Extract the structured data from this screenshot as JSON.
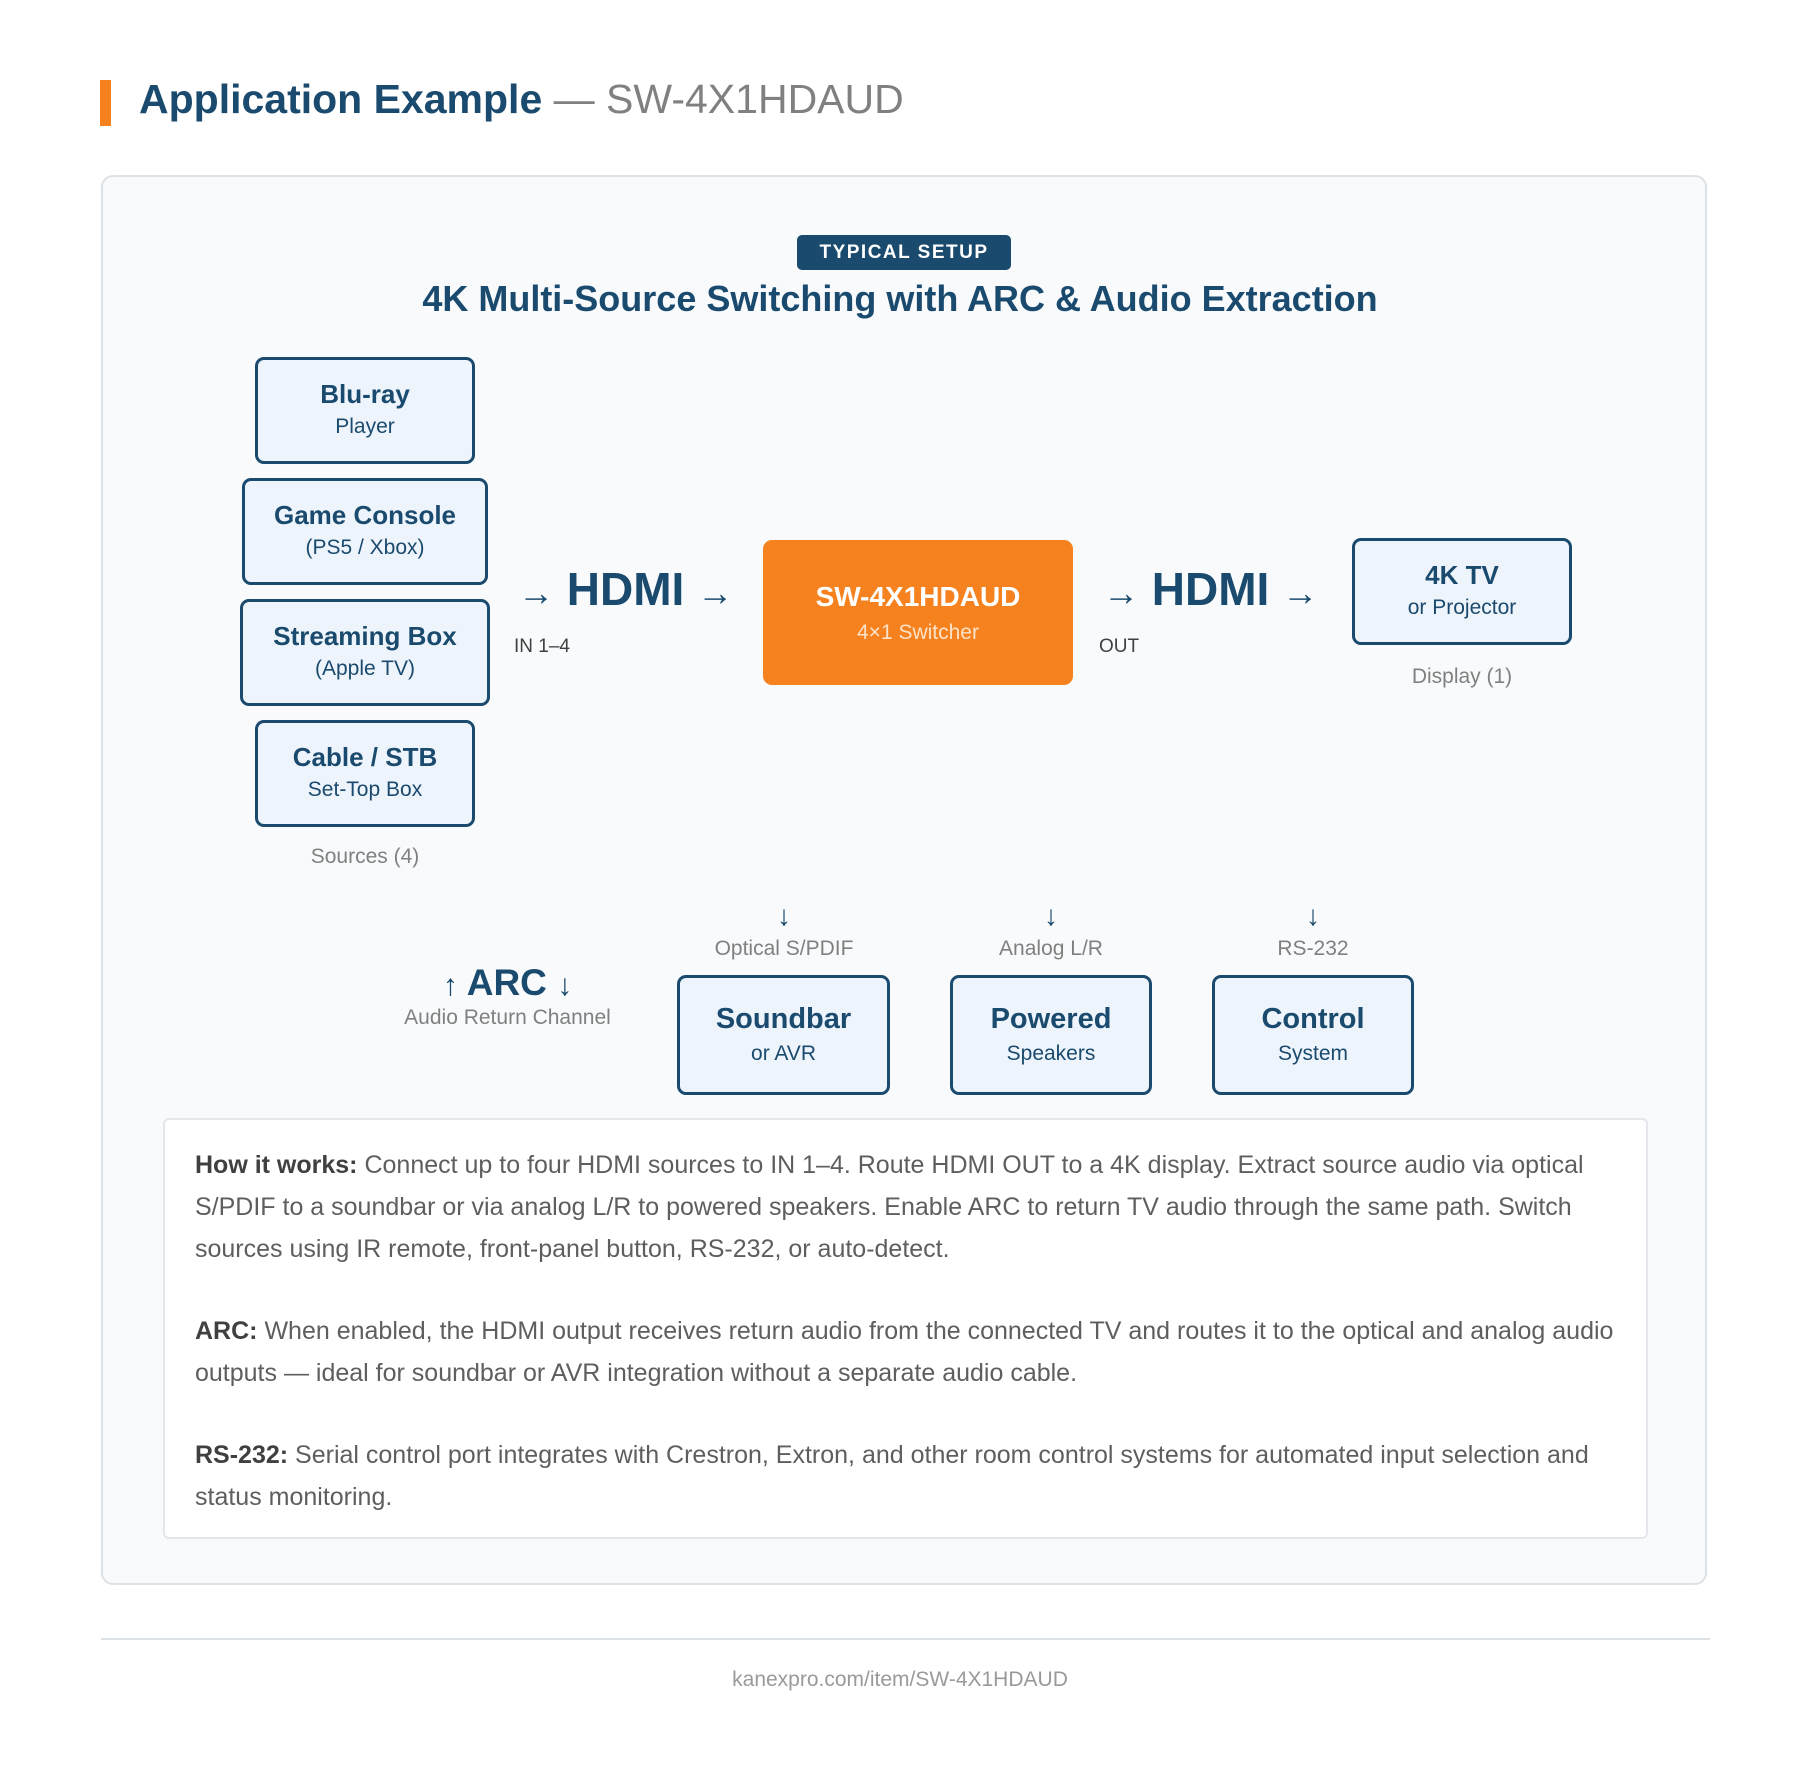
{
  "header": {
    "title_main": "Application Example",
    "title_sub": " — SW-4X1HDAUD"
  },
  "diagram": {
    "badge": "TYPICAL SETUP",
    "title": "4K Multi-Source Switching with ARC & Audio Extraction",
    "sources": [
      {
        "line1": "Blu-ray",
        "line2": "Player"
      },
      {
        "line1": "Game Console",
        "line2": "(PS5 / Xbox)"
      },
      {
        "line1": "Streaming Box",
        "line2": "(Apple TV)"
      },
      {
        "line1": "Cable / STB",
        "line2": "Set-Top Box"
      }
    ],
    "sources_caption": "Sources (4)",
    "input_link": {
      "arrow_left": "→",
      "label": "HDMI",
      "arrow_right": "→",
      "port": "IN 1–4"
    },
    "switcher": {
      "line1": "SW-4X1HDAUD",
      "line2": "4×1 Switcher"
    },
    "output_link": {
      "arrow_left": "→",
      "label": "HDMI",
      "arrow_right": "→",
      "port": "OUT"
    },
    "display": {
      "line1": "4K TV",
      "line2": "or Projector",
      "caption": "Display (1)"
    },
    "arc": {
      "arrow_up": "↑",
      "label": "ARC",
      "arrow_down": "↓",
      "sub": "Audio Return Channel"
    },
    "outputs": [
      {
        "arrow": "↓",
        "port": "Optical S/PDIF",
        "line1": "Soundbar",
        "line2": "or AVR"
      },
      {
        "arrow": "↓",
        "port": "Analog L/R",
        "line1": "Powered",
        "line2": "Speakers"
      },
      {
        "arrow": "↓",
        "port": "RS-232",
        "line1": "Control",
        "line2": "System"
      }
    ]
  },
  "notes": [
    {
      "label": "How it works:",
      "text": " Connect up to four HDMI sources to IN 1–4. Route HDMI OUT to a 4K display. Extract source audio via optical S/PDIF to a soundbar or via analog L/R to powered speakers. Enable ARC to return TV audio through the same path. Switch sources using IR remote, front-panel button, RS-232, or auto-detect."
    },
    {
      "label": "ARC:",
      "text": " When enabled, the HDMI output receives return audio from the connected TV and routes it to the optical and analog audio outputs — ideal for soundbar or AVR integration without a separate audio cable."
    },
    {
      "label": "RS-232:",
      "text": " Serial control port integrates with Crestron, Extron, and other room control systems for automated input selection and status monitoring."
    }
  ],
  "footer": {
    "url": "kanexpro.com/item/SW-4X1HDAUD"
  },
  "colors": {
    "accent": "#f5821f",
    "navy": "#1a4a6e",
    "box_fill": "#eef4fb"
  }
}
